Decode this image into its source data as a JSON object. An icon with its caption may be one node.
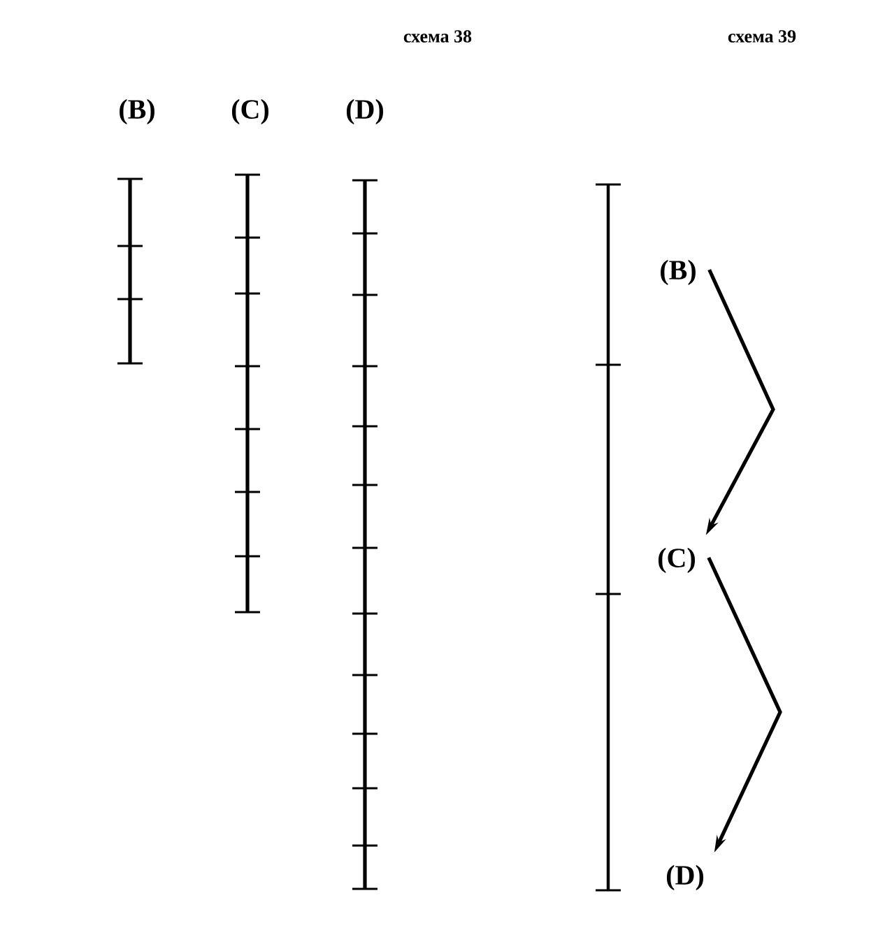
{
  "diagram": {
    "nodes": [
      {
        "text": [
          "(B)"
        ]
      },
      {
        "text": [
          "(C)"
        ]
      },
      {
        "text": [
          "(D)"
        ]
      }
    ],
    "edges": [
      {
        "from": 0,
        "to": 1,
        "arrow": "to"
      },
      {
        "from": 1,
        "to": 2,
        "arrow": "to"
      }
    ],
    "labels": [
      "схема 38",
      "схема 39",
      "(B)",
      "(C)",
      "(D)"
    ]
  }
}
